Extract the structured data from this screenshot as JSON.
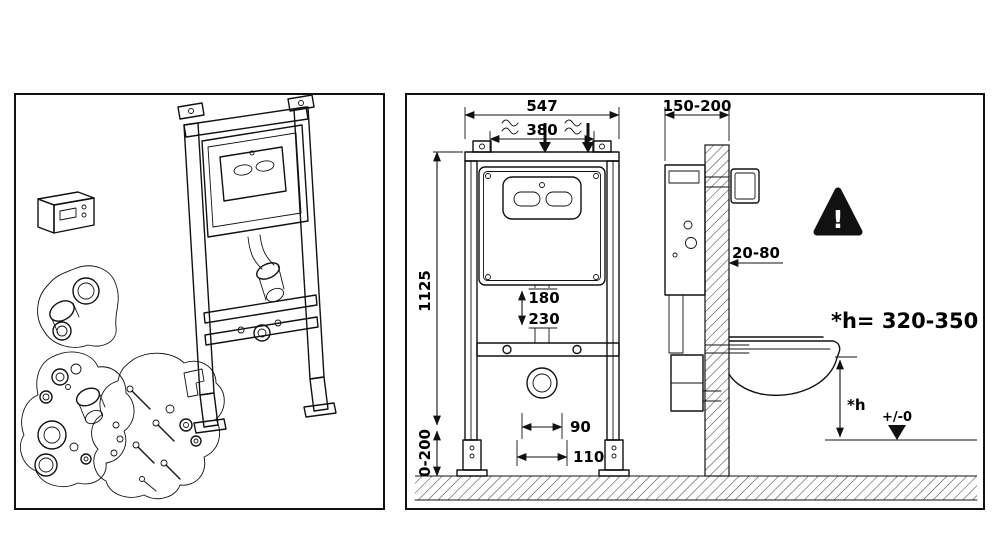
{
  "colors": {
    "line": "#111111",
    "background": "#ffffff"
  },
  "right": {
    "front": {
      "total_width": "547",
      "inner_width": "380",
      "frame_height": "1125",
      "outlet_height_a": "180",
      "outlet_height_b": "230",
      "offset_a": "90",
      "offset_b": "110",
      "foot_adjust": "0-200"
    },
    "side": {
      "wall_distance": "150-200",
      "depth_adjust": "20-80",
      "seat_height": "*h= 320-350",
      "seat_height_symbol": "*h",
      "floor_level": "+/-0",
      "warning": "!"
    }
  }
}
